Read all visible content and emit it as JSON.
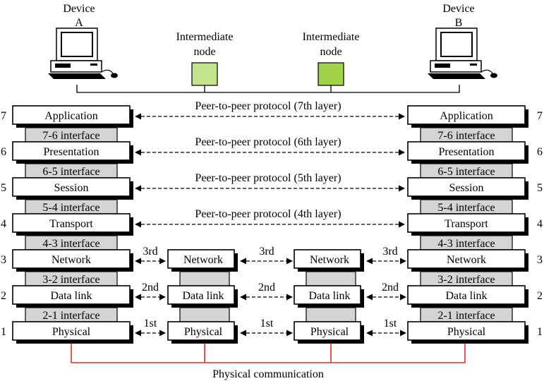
{
  "devices": {
    "a": {
      "line1": "Device",
      "line2": "A"
    },
    "b": {
      "line1": "Device",
      "line2": "B"
    }
  },
  "intermediate_nodes": [
    {
      "line1": "Intermediate",
      "line2": "node",
      "color": "#c3e48c"
    },
    {
      "line1": "Intermediate",
      "line2": "node",
      "color": "#a0d24a"
    }
  ],
  "layer_numbers": [
    "7",
    "6",
    "5",
    "4",
    "3",
    "2",
    "1"
  ],
  "layers": [
    "Application",
    "Presentation",
    "Session",
    "Transport",
    "Network",
    "Data link",
    "Physical"
  ],
  "interfaces": [
    "7-6 interface",
    "6-5 interface",
    "5-4 interface",
    "4-3 interface",
    "3-2 interface",
    "2-1 interface"
  ],
  "intermediate_layers": [
    "Network",
    "Data link",
    "Physical"
  ],
  "peer_protocols": [
    "Peer-to-peer protocol (7th layer)",
    "Peer-to-peer protocol (6th layer)",
    "Peer-to-peer protocol (5th layer)",
    "Peer-to-peer protocol (4th layer)"
  ],
  "hop_labels": [
    "3rd",
    "2nd",
    "1st"
  ],
  "physical_communication": "Physical communication",
  "colors": {
    "physical_link": "#e0302a",
    "interface_fill": "#d4d4d4"
  },
  "icons": {
    "device": "desktop-computer-icon"
  }
}
